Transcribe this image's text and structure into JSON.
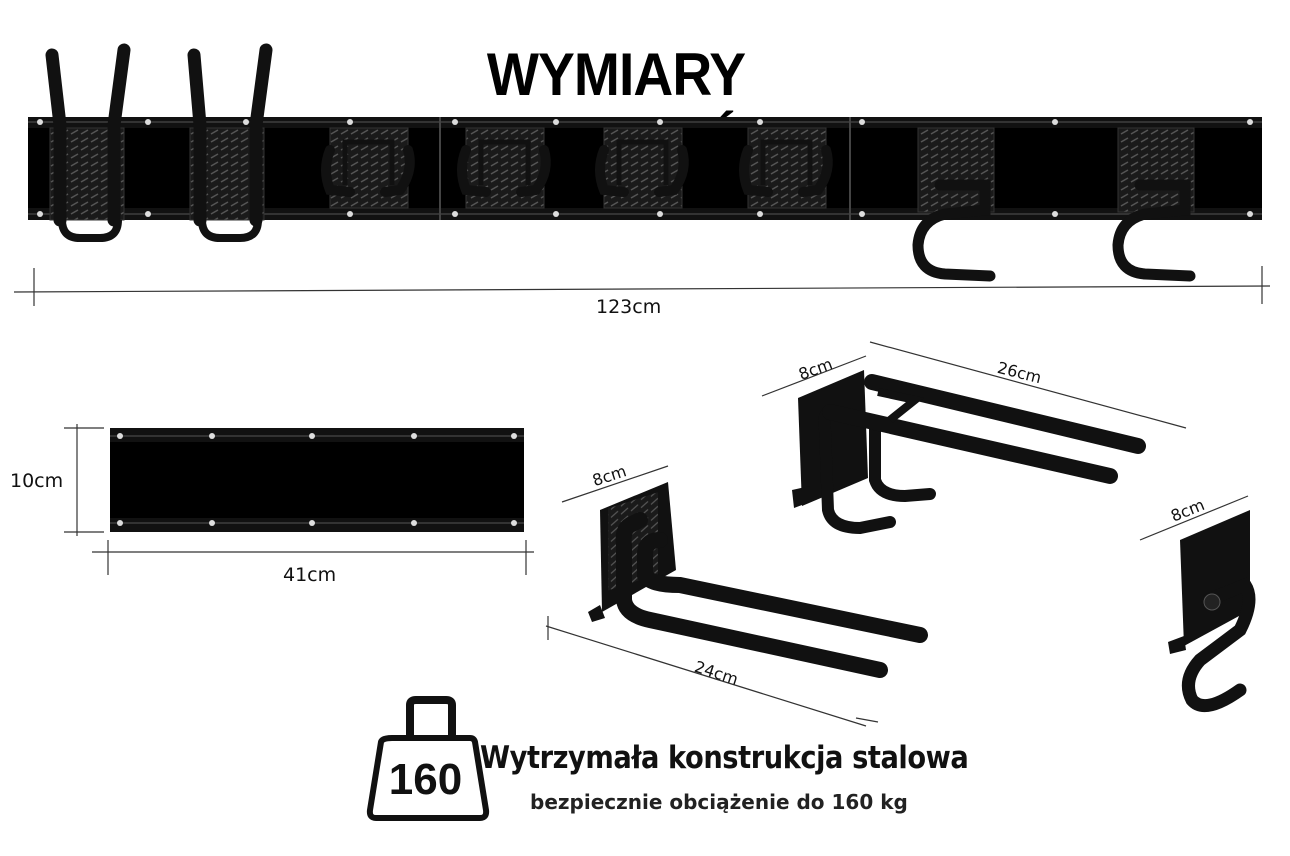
{
  "title": "WYMIARY PRODUKTÓW",
  "dimensions": {
    "rail_total_length": "123cm",
    "rail_height": "10cm",
    "rail_length": "41cm",
    "hook_plate_width_a": "8cm",
    "hook_length_a": "24cm",
    "hook_plate_width_b": "8cm",
    "hook_length_b": "26cm",
    "hook_plate_width_c": "8cm"
  },
  "load": {
    "weight_value": "160",
    "headline": "Wytrzymała konstrukcja stalowa",
    "subline": "bezpiecznie obciążenie do 160 kg"
  },
  "icons": [
    "weight-icon"
  ],
  "colors": {
    "steel": "#111111",
    "background": "#ffffff"
  }
}
